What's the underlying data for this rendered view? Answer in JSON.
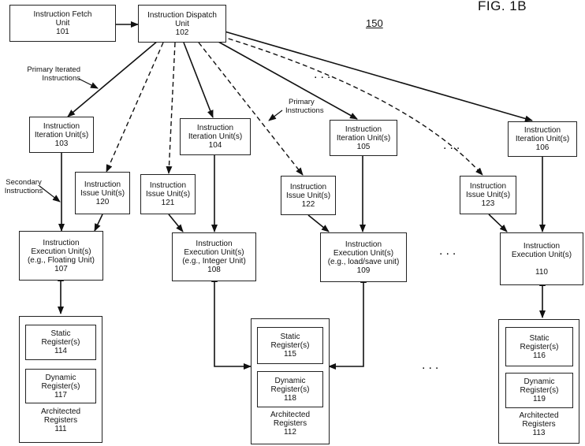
{
  "figure_label": "FIG. 1B",
  "ref_number": "150",
  "fetch_unit": {
    "name": "Instruction Fetch Unit",
    "line1": "Instruction Fetch",
    "line2": "Unit",
    "num": "101"
  },
  "dispatch_unit": {
    "line1": "Instruction Dispatch",
    "line2": "Unit",
    "num": "102"
  },
  "iteration_units": [
    {
      "line1": "Instruction",
      "line2": "Iteration Unit(s)",
      "num": "103"
    },
    {
      "line1": "Instruction",
      "line2": "Iteration Unit(s)",
      "num": "104"
    },
    {
      "line1": "Instruction",
      "line2": "Iteration Unit(s)",
      "num": "105"
    },
    {
      "line1": "Instruction",
      "line2": "Iteration Unit(s)",
      "num": "106"
    }
  ],
  "issue_units": [
    {
      "line1": "Instruction",
      "line2": "Issue Unit(s)",
      "num": "120"
    },
    {
      "line1": "Instruction",
      "line2": "Issue Unit(s)",
      "num": "121"
    },
    {
      "line1": "Instruction",
      "line2": "Issue Unit(s)",
      "num": "122"
    },
    {
      "line1": "Instruction",
      "line2": "Issue Unit(s)",
      "num": "123"
    }
  ],
  "execution_units": [
    {
      "line1": "Instruction",
      "line2": "Execution Unit(s)",
      "line3": "(e.g., Floating Unit)",
      "num": "107"
    },
    {
      "line1": "Instruction",
      "line2": "Execution Unit(s)",
      "line3": "(e.g., Integer Unit)",
      "num": "108"
    },
    {
      "line1": "Instruction",
      "line2": "Execution Unit(s)",
      "line3": "(e.g., load/save unit)",
      "num": "109"
    },
    {
      "line1": "Instruction",
      "line2": "Execution Unit(s)",
      "line3": "",
      "num": "110"
    }
  ],
  "register_groups": [
    {
      "static": {
        "line1": "Static",
        "line2": "Register(s)",
        "num": "114"
      },
      "dynamic": {
        "line1": "Dynamic",
        "line2": "Register(s)",
        "num": "117"
      },
      "arch": {
        "line1": "Architected",
        "line2": "Registers",
        "num": "111"
      }
    },
    {
      "static": {
        "line1": "Static",
        "line2": "Register(s)",
        "num": "115"
      },
      "dynamic": {
        "line1": "Dynamic",
        "line2": "Register(s)",
        "num": "118"
      },
      "arch": {
        "line1": "Architected",
        "line2": "Registers",
        "num": "112"
      }
    },
    {
      "static": {
        "line1": "Static",
        "line2": "Register(s)",
        "num": "116"
      },
      "dynamic": {
        "line1": "Dynamic",
        "line2": "Register(s)",
        "num": "119"
      },
      "arch": {
        "line1": "Architected",
        "line2": "Registers",
        "num": "113"
      }
    }
  ],
  "annotations": {
    "primary_iterated": {
      "line1": "Primary Iterated",
      "line2": "Instructions"
    },
    "primary": {
      "line1": "Primary",
      "line2": "Instructions"
    },
    "secondary": {
      "line1": "Secondary",
      "line2": "Instructions"
    }
  },
  "ellipsis": "..."
}
